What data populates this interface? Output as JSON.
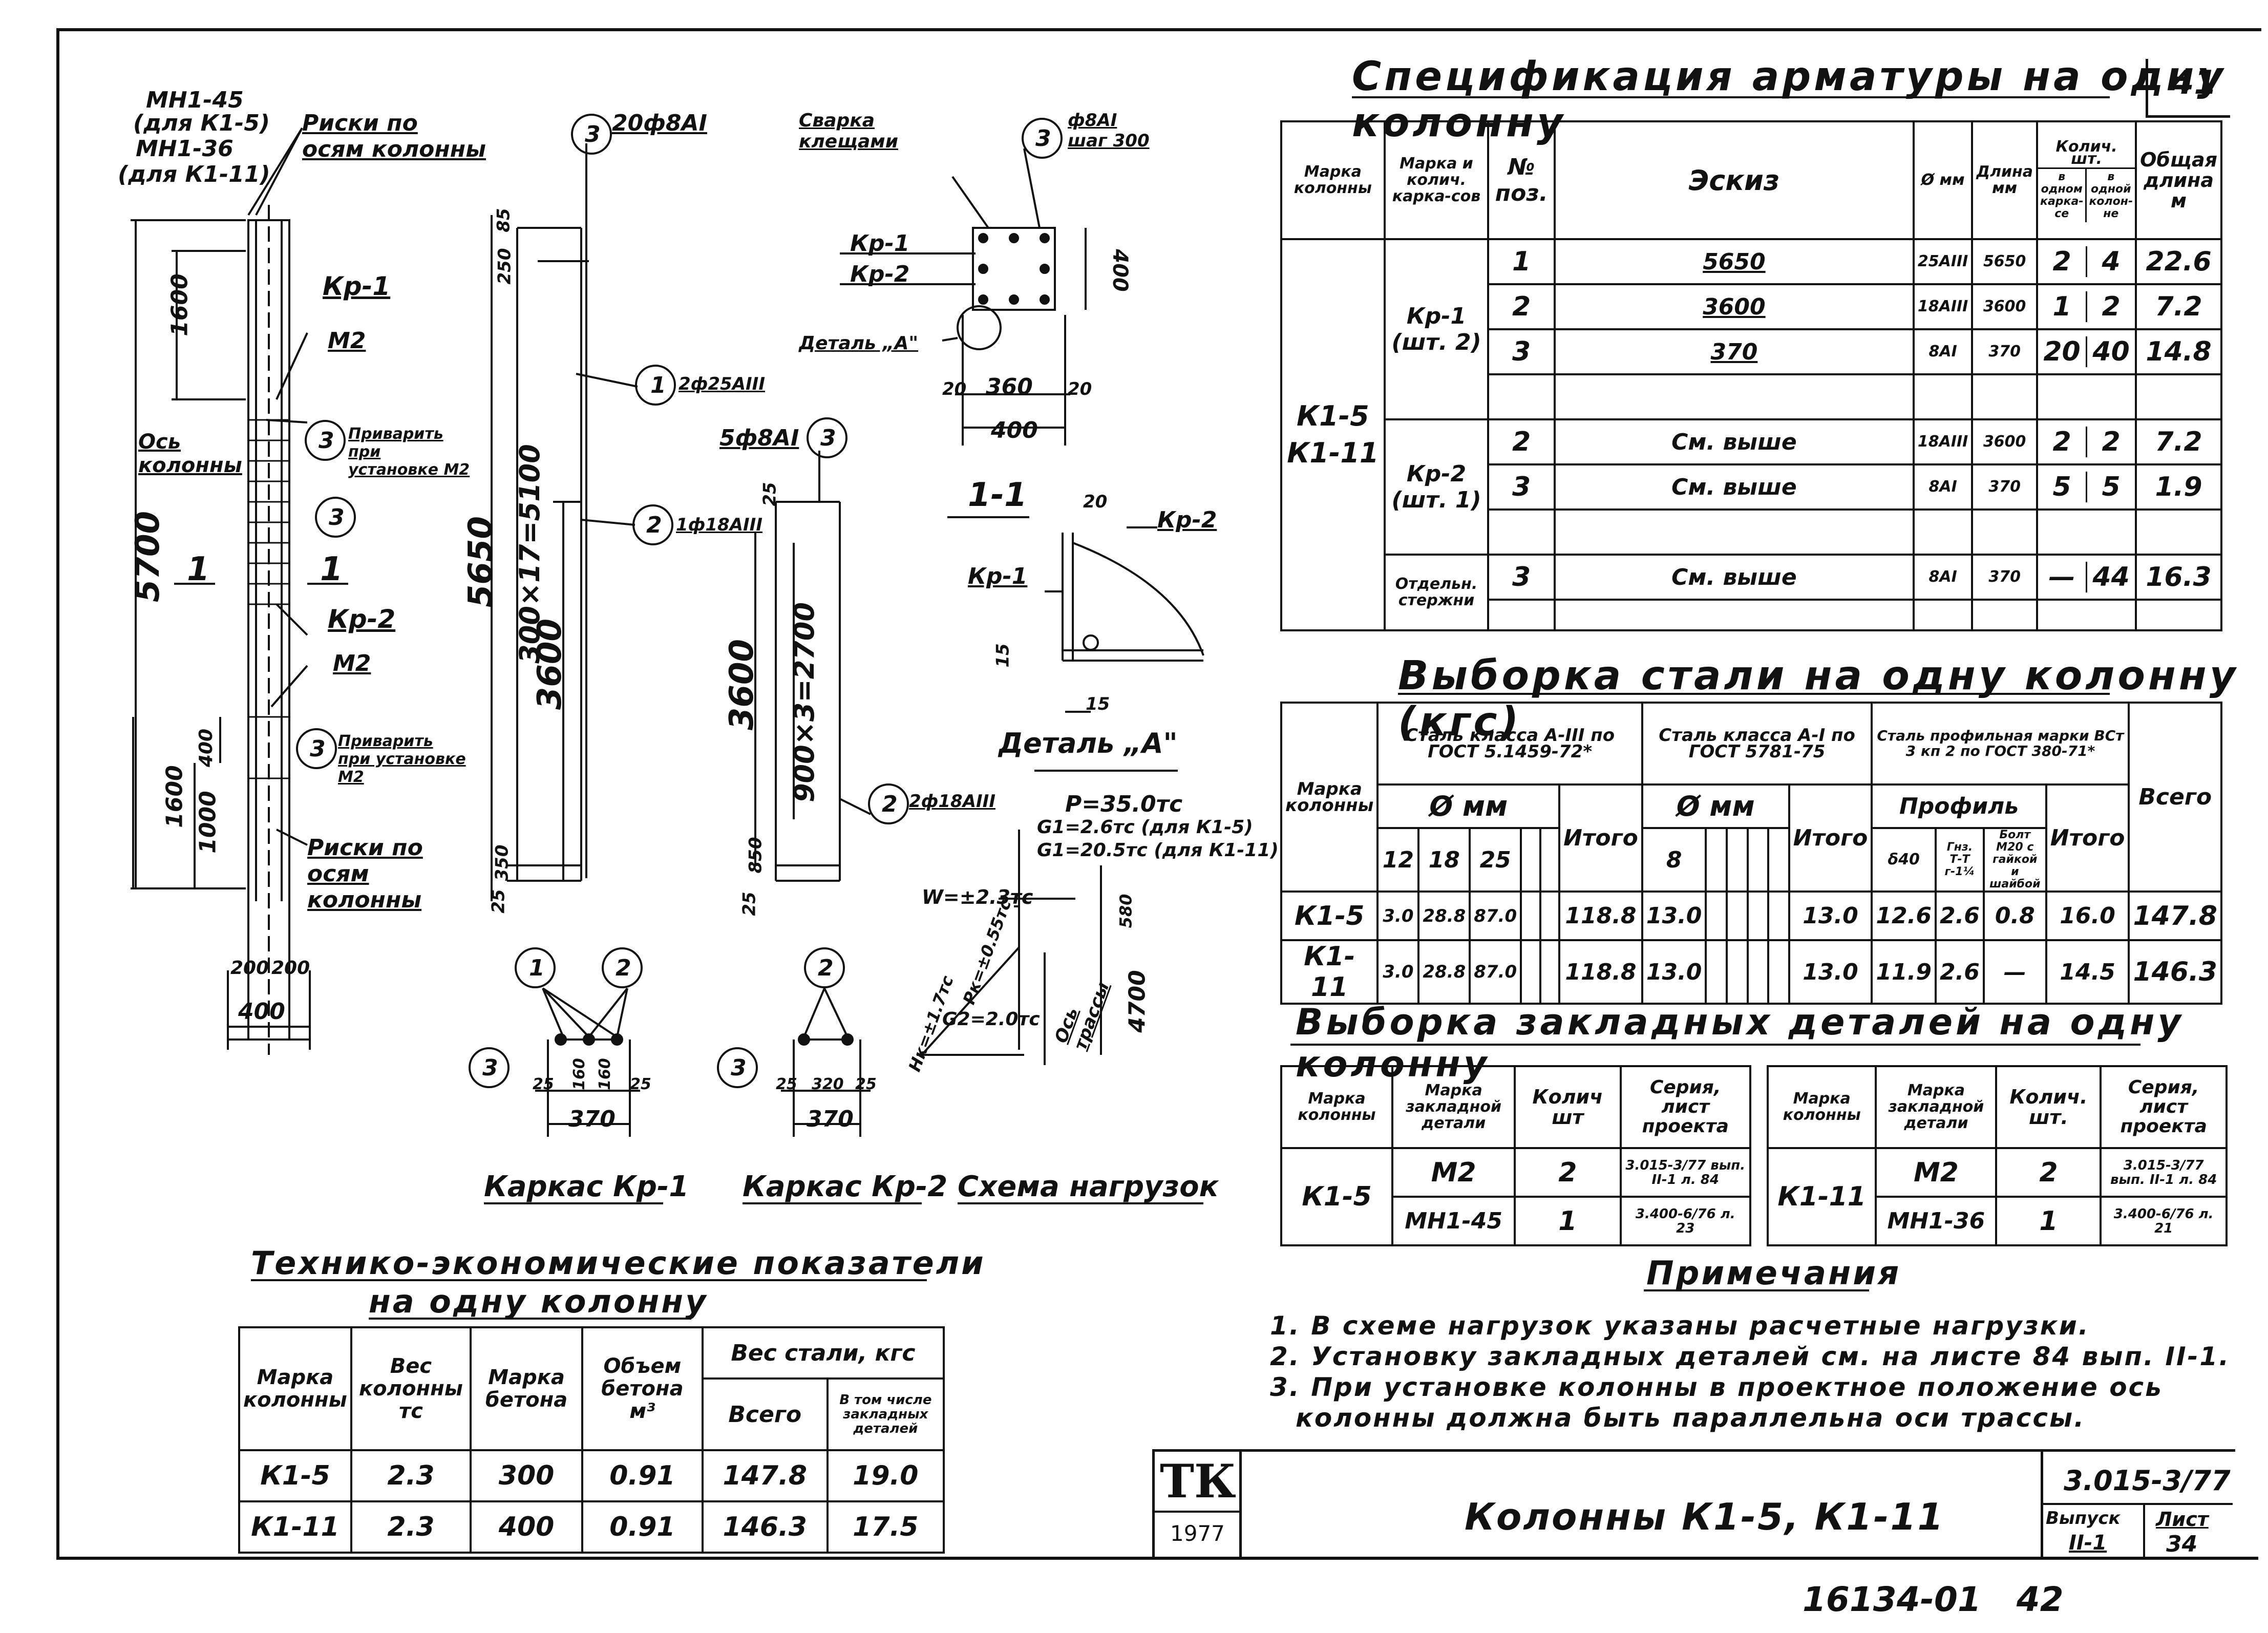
{
  "sheet_number": "41",
  "stamp": {
    "logo": "ТК",
    "year": "1977",
    "title": "Колонны К1-5, К1-11",
    "series": "3.015-3/77",
    "issue_label": "Выпуск",
    "issue_value": "II-1",
    "sheet_label": "Лист",
    "sheet_value": "34"
  },
  "bottom_code": "16134-01   42",
  "spec": {
    "title": "Спецификация арматуры на одну колонну",
    "headers": {
      "mark": "Марка колонны",
      "frames": "Марка и колич. карка-сов",
      "pos": "№ поз.",
      "sketch": "Эскиз",
      "diam": "Ø мм",
      "length": "Длина мм",
      "qty": "Колич. шт.",
      "qty_frame": "в одном карка-се",
      "qty_column": "в одной колон-не",
      "total": "Общая длина м"
    },
    "column_marks": "К1-5 К1-11",
    "groups": [
      {
        "frame": "Кр-1 (шт. 2)",
        "rows": [
          {
            "pos": "1",
            "sketch": "5650",
            "diam": "25АIII",
            "length": "5650",
            "q1": "2",
            "q2": "4",
            "total": "22.6"
          },
          {
            "pos": "2",
            "sketch": "3600",
            "diam": "18АIII",
            "length": "3600",
            "q1": "1",
            "q2": "2",
            "total": "7.2"
          },
          {
            "pos": "3",
            "sketch": "370",
            "diam": "8АI",
            "length": "370",
            "q1": "20",
            "q2": "40",
            "total": "14.8"
          }
        ]
      },
      {
        "frame": "Кр-2 (шт. 1)",
        "rows": [
          {
            "pos": "2",
            "sketch": "См. выше",
            "diam": "18АIII",
            "length": "3600",
            "q1": "2",
            "q2": "2",
            "total": "7.2"
          },
          {
            "pos": "3",
            "sketch": "См. выше",
            "diam": "8АI",
            "length": "370",
            "q1": "5",
            "q2": "5",
            "total": "1.9"
          }
        ]
      },
      {
        "frame": "Отдельн. стержни",
        "rows": [
          {
            "pos": "3",
            "sketch": "См. выше",
            "diam": "8АI",
            "length": "370",
            "q1": "—",
            "q2": "44",
            "total": "16.3"
          }
        ]
      }
    ]
  },
  "steel": {
    "title": "Выборка стали на одну колонну (кгс)",
    "h_mark": "Марка колонны",
    "h_a3": "Сталь класса А-III по ГОСТ 5.1459-72*",
    "h_a1": "Сталь класса А-I по ГОСТ 5781-75",
    "h_prof": "Сталь профильная марки ВСт 3 кп 2 по ГОСТ 380-71*",
    "h_diam": "Ø мм",
    "h_profile": "Профиль",
    "h_total": "Итого",
    "h_all": "Всего",
    "d_a3": [
      "12",
      "18",
      "25",
      "",
      ""
    ],
    "d_a1": [
      "8",
      "",
      "",
      "",
      ""
    ],
    "d_prof": [
      "δ40",
      "Гнз. Т-Т г-1¼",
      "Болт М20 с гайкой и шайбой"
    ],
    "rows": [
      {
        "mark": "К1-5",
        "a3": [
          "3.0",
          "28.8",
          "87.0",
          "",
          ""
        ],
        "a3_total": "118.8",
        "a1": [
          "13.0",
          "",
          "",
          "",
          ""
        ],
        "a1_total": "13.0",
        "prof": [
          "12.6",
          "2.6",
          "0.8"
        ],
        "prof_total": "16.0",
        "all": "147.8"
      },
      {
        "mark": "К1-11",
        "a3": [
          "3.0",
          "28.8",
          "87.0",
          "",
          ""
        ],
        "a3_total": "118.8",
        "a1": [
          "13.0",
          "",
          "",
          "",
          ""
        ],
        "a1_total": "13.0",
        "prof": [
          "11.9",
          "2.6",
          "—"
        ],
        "prof_total": "14.5",
        "all": "146.3"
      }
    ]
  },
  "embedded": {
    "title": "Выборка закладных деталей на одну колонну",
    "headers": [
      "Марка колонны",
      "Марка закладной детали",
      "Колич шт",
      "Серия, лист проекта"
    ],
    "headers_right": [
      "Марка колонны",
      "Марка закладной детали",
      "Колич. шт.",
      "Серия, лист проекта"
    ],
    "left": {
      "mark": "К1-5",
      "rows": [
        {
          "detail": "М2",
          "qty": "2",
          "series": "3.015-3/77 вып. II-1 л. 84"
        },
        {
          "detail": "МН1-45",
          "qty": "1",
          "series": "3.400-6/76 л. 23"
        }
      ]
    },
    "right": {
      "mark": "К1-11",
      "rows": [
        {
          "detail": "М2",
          "qty": "2",
          "series": "3.015-3/77 вып. II-1 л. 84"
        },
        {
          "detail": "МН1-36",
          "qty": "1",
          "series": "3.400-6/76 л. 21"
        }
      ]
    }
  },
  "notes": {
    "title": "Примечания",
    "items": [
      "1. В схеме нагрузок указаны расчетные нагрузки.",
      "2. Установку закладных деталей см. на листе 84 вып. II-1.",
      "3. При установке колонны в проектное положение ось",
      "колонны должна быть параллельна оси трассы."
    ]
  },
  "tech": {
    "title1": "Технико-экономические показатели",
    "title2": "на одну колонну",
    "headers": [
      "Марка колонны",
      "Вес колонны тс",
      "Марка бетона",
      "Объем бетона м³",
      "Вес стали, кгс",
      "Всего",
      "В том числе закладных деталей"
    ],
    "rows": [
      {
        "mark": "К1-5",
        "weight": "2.3",
        "concrete": "300",
        "volume": "0.91",
        "total": "147.8",
        "emb": "19.0"
      },
      {
        "mark": "К1-11",
        "weight": "2.3",
        "concrete": "400",
        "volume": "0.91",
        "total": "146.3",
        "emb": "17.5"
      }
    ]
  },
  "drawing": {
    "mn145": "МН1-45",
    "for_k15": "(для К1-5)",
    "mn136": "МН1-36",
    "for_k111": "(для К1-11)",
    "risks_top": "Риски по осям колонны",
    "kr1": "Кр-1",
    "m2": "М2",
    "axis": "Ось колонны",
    "weld_top": "Приварить при установке М2",
    "kr2": "Кр-2",
    "m2b": "М2",
    "weld_bot": "Приварить при установке М2",
    "risks_bot": "Риски по осям колонны",
    "dim_1600a": "1600",
    "dim_5700": "5700",
    "dim_1600b": "1600",
    "dim_1000": "1000",
    "dim_400v": "400",
    "dim_200a": "200",
    "dim_200b": "200",
    "dim_400": "400",
    "sec1a": "1",
    "sec1b": "1",
    "c3": "3",
    "c3b": "3",
    "c3c": "3",
    "kr1_rebar_top": "20ф8АI",
    "kr1_250": "250",
    "kr1_85": "85",
    "kr1_5650": "5650",
    "kr1_pitch": "300×17=5100",
    "kr1_3600": "3600",
    "kr1_350": "350",
    "kr1_25": "25",
    "c1": "1",
    "c1_label": "2ф25АIII",
    "c2": "2",
    "c2_label": "1ф18АIII",
    "kr2_rebar_top": "5ф8АI",
    "kr2_25": "25",
    "kr2_3600": "3600",
    "kr2_pitch": "900×3=2700",
    "kr2_850": "850",
    "kr2_25b": "25",
    "c2b_label": "2ф18АIII",
    "sec_weld": "Сварка клещами",
    "sec_ctop": "3",
    "sec_rebar": "ф8АI шаг 300",
    "sec_kr1": "Кр-1",
    "sec_kr2": "Кр-2",
    "sec_400v": "400",
    "detail_a": "Деталь „А\"",
    "sec_20a": "20",
    "sec_360": "360",
    "sec_20b": "20",
    "sec_400": "400",
    "cut_title": "1-1",
    "cut_20": "20",
    "cut_kr2": "Кр-2",
    "cut_kr1": "Кр-1",
    "cut_15a": "15",
    "cut_15b": "15",
    "detail_a_title": "Деталь „А\"",
    "load_p": "P=35.0тс",
    "load_g1a": "G1=2.6тс (для К1-5)",
    "load_g1b": "G1=20.5тс (для К1-11)",
    "load_w": "W=±2.3тс",
    "load_580": "580",
    "load_pk": "Pк=±0.55тс",
    "load_hk": "Hк=±1.7тс",
    "load_g2": "G2=2.0тс",
    "load_axis": "Ось трассы",
    "load_4700": "4700",
    "kr1_sec_c1": "1",
    "kr1_sec_c2": "2",
    "kr1_sec_c3": "3",
    "kr1_sec_dims": [
      "25",
      "160",
      "160",
      "25"
    ],
    "kr1_sec_370": "370",
    "kr2_sec_c2": "2",
    "kr2_sec_c3": "3",
    "kr2_sec_dims": [
      "25",
      "320",
      "25"
    ],
    "kr2_sec_370": "370",
    "cap_kr1": "Каркас Кр-1",
    "cap_kr2": "Каркас Кр-2",
    "cap_loads": "Схема нагрузок"
  }
}
